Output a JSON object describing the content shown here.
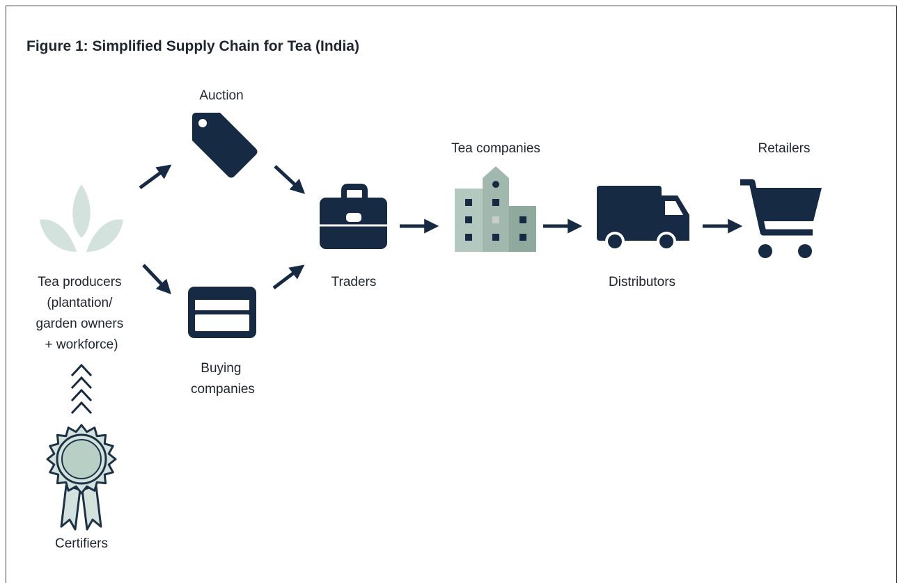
{
  "figure": {
    "title": "Figure 1: Simplified Supply Chain for Tea (India)"
  },
  "colors": {
    "navy": "#162a43",
    "sage": "#d3e2dc",
    "sage_stroke": "#1d3246",
    "building_light": "#b3c9c0",
    "building_mid": "#a0b8ae",
    "building_dark": "#8fa99e",
    "text": "#1e2530"
  },
  "nodes": {
    "producers": {
      "icon": "leaf-icon",
      "label_lines": [
        "Tea producers",
        "(plantation/",
        "garden owners",
        "+ workforce)"
      ]
    },
    "auction": {
      "icon": "price-tag-icon",
      "label": "Auction"
    },
    "buying_companies": {
      "icon": "card-icon",
      "label_lines": [
        "Buying",
        "companies"
      ]
    },
    "traders": {
      "icon": "briefcase-icon",
      "label": "Traders"
    },
    "tea_companies": {
      "icon": "building-icon",
      "label": "Tea companies"
    },
    "distributors": {
      "icon": "truck-icon",
      "label": "Distributors"
    },
    "retailers": {
      "icon": "shopping-cart-icon",
      "label": "Retailers"
    },
    "certifiers": {
      "icon": "award-ribbon-icon",
      "label": "Certifiers"
    }
  },
  "edges": [
    {
      "from": "producers",
      "to": "auction"
    },
    {
      "from": "producers",
      "to": "buying_companies"
    },
    {
      "from": "auction",
      "to": "traders"
    },
    {
      "from": "buying_companies",
      "to": "traders"
    },
    {
      "from": "traders",
      "to": "tea_companies"
    },
    {
      "from": "tea_companies",
      "to": "distributors"
    },
    {
      "from": "distributors",
      "to": "retailers"
    },
    {
      "from": "certifiers",
      "to": "producers",
      "style": "chevrons"
    }
  ]
}
